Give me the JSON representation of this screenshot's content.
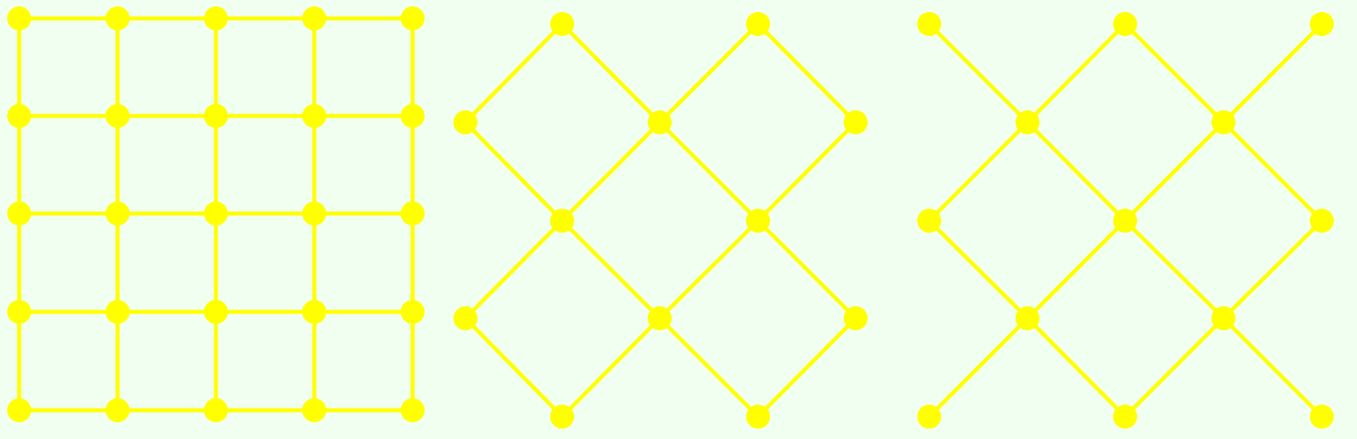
{
  "colors": {
    "background": "#f0fff0",
    "line": "#ffff00",
    "node": "#ffff00"
  },
  "diagrams": [
    {
      "name": "square-grid",
      "description_shape": "5x5 orthogonal grid of nodes joined by horizontal and vertical edges"
    },
    {
      "name": "diamond-lattice",
      "description_shape": "diagonal lattice of nodes forming diamond cells"
    },
    {
      "name": "x-lattice",
      "description_shape": "diagonal lattice of nodes forming X-shaped crossings with corner nodes"
    }
  ]
}
